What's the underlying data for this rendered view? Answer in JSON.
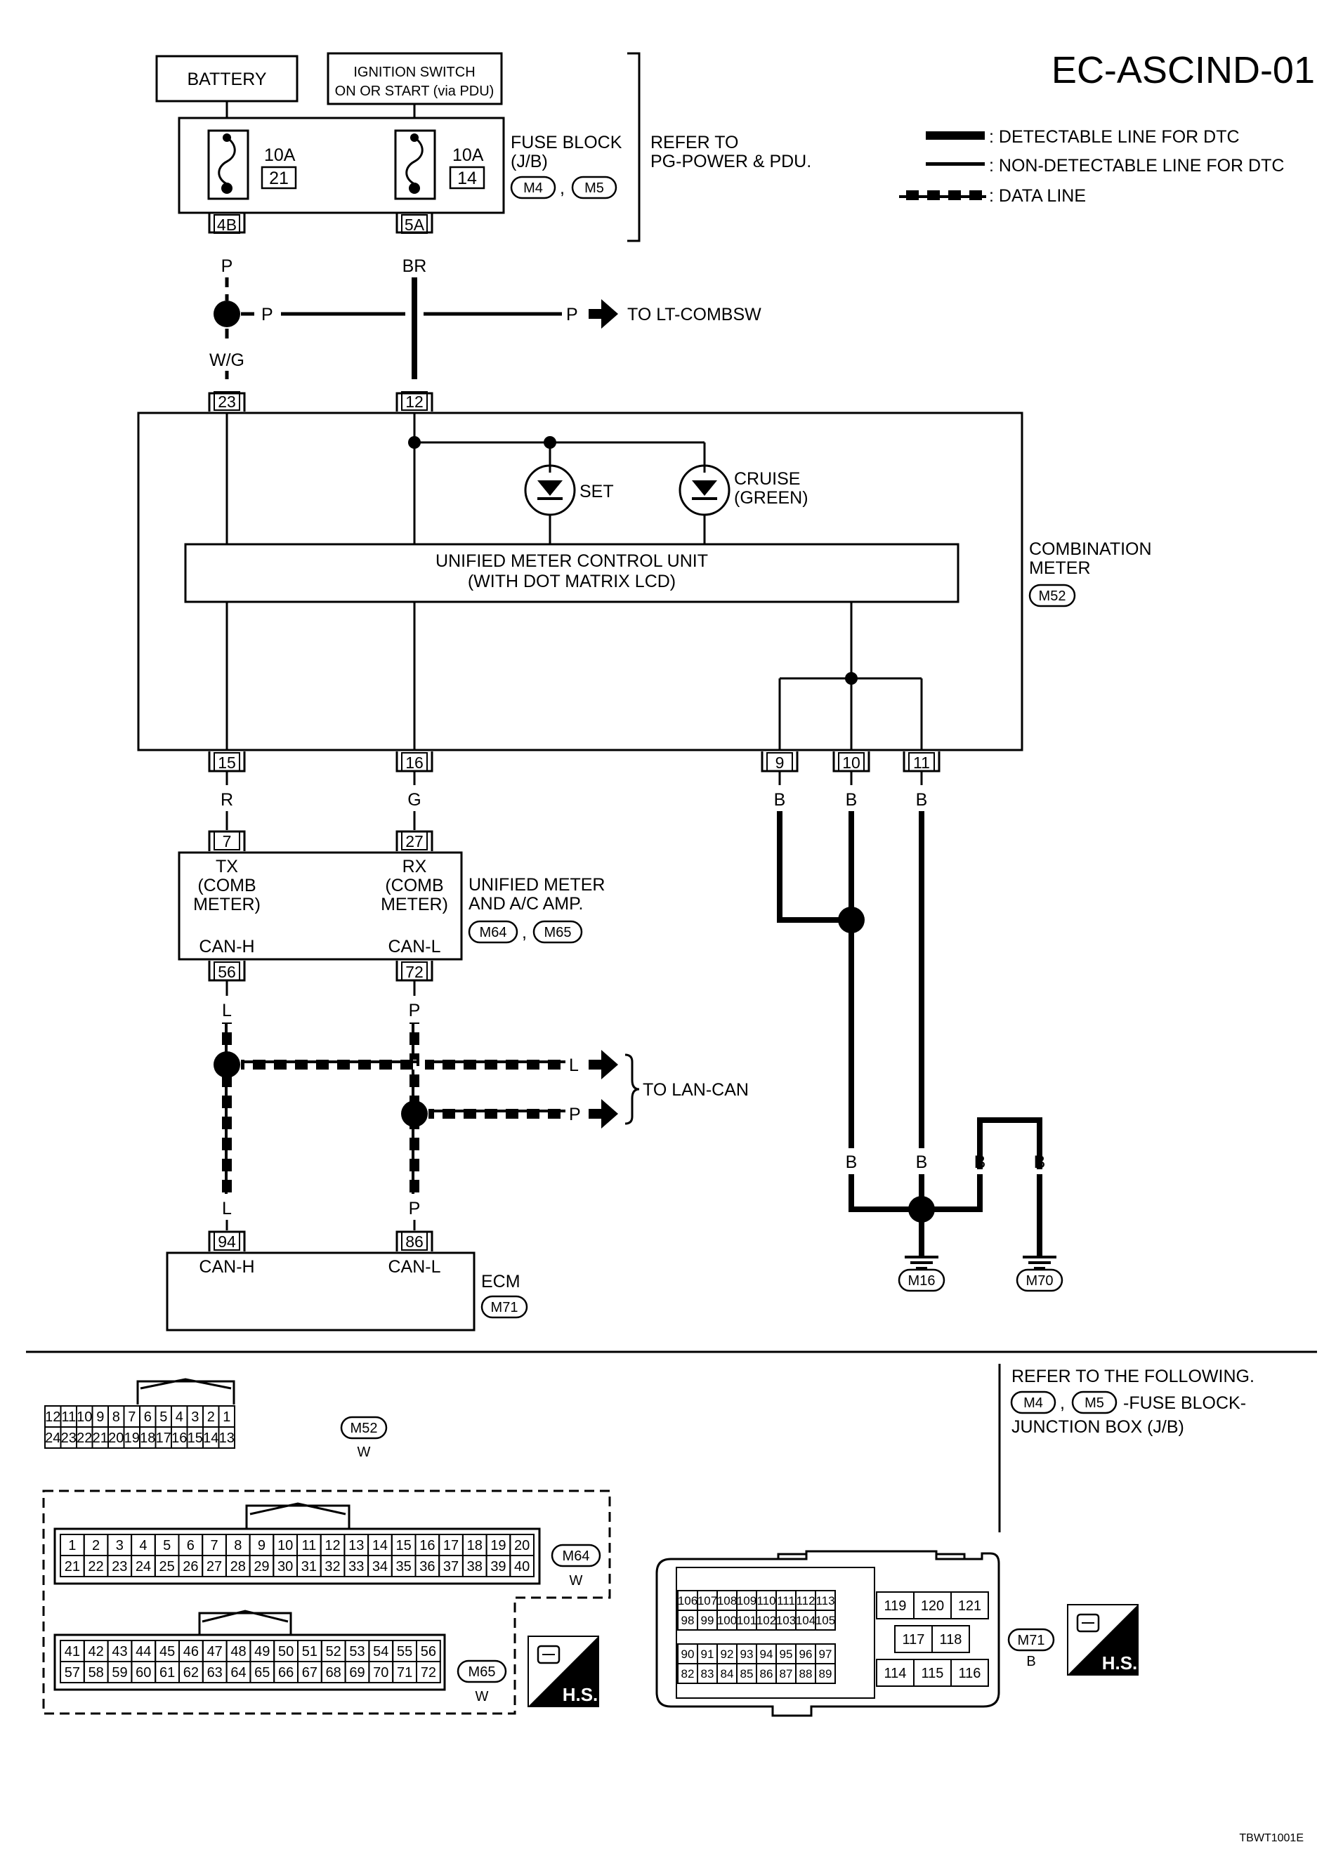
{
  "title": "EC-ASCIND-01",
  "legend": {
    "detectable": ": DETECTABLE LINE FOR DTC",
    "non_detectable": ": NON-DETECTABLE LINE FOR DTC",
    "data_line": ": DATA LINE"
  },
  "battery": "BATTERY",
  "ignition": {
    "line1": "IGNITION SWITCH",
    "line2": "ON OR START (via PDU)"
  },
  "fuse_block": {
    "label1": "FUSE BLOCK",
    "label2": "(J/B)",
    "conn_a": "M4",
    "conn_b": "M5",
    "sep": ",",
    "fuse_left": {
      "amp": "10A",
      "num": "21",
      "term": "4B"
    },
    "fuse_right": {
      "amp": "10A",
      "num": "14",
      "term": "5A"
    }
  },
  "refer_power": {
    "line1": "REFER TO",
    "line2": "PG-POWER & PDU."
  },
  "wires": {
    "p_top": "P",
    "br_top": "BR",
    "p_splice": "P",
    "p_out": "P",
    "to_lt_combsw": "TO LT-COMBSW",
    "wg": "W/G",
    "r": "R",
    "g": "G",
    "b9": "B",
    "b10": "B",
    "b11": "B",
    "l_top": "L",
    "p_can_top": "P",
    "l_out": "L",
    "p_can_out": "P",
    "to_lan_can": "TO LAN-CAN",
    "l_bot": "L",
    "p_bot": "P",
    "b_g1": "B",
    "b_g2": "B",
    "b_g3": "B",
    "b_g4": "B"
  },
  "combination_meter": {
    "pin_23": "23",
    "pin_12": "12",
    "pin_15": "15",
    "pin_16": "16",
    "pin_9": "9",
    "pin_10": "10",
    "pin_11": "11",
    "set": "SET",
    "cruise1": "CRUISE",
    "cruise2": "(GREEN)",
    "umcu1": "UNIFIED METER CONTROL UNIT",
    "umcu2": "(WITH DOT MATRIX LCD)",
    "label1": "COMBINATION",
    "label2": "METER",
    "conn": "M52"
  },
  "amp": {
    "pin_7": "7",
    "pin_27": "27",
    "pin_56": "56",
    "pin_72": "72",
    "tx1": "TX",
    "tx2": "(COMB",
    "tx3": "METER)",
    "rx1": "RX",
    "rx2": "(COMB",
    "rx3": "METER)",
    "canh": "CAN-H",
    "canl": "CAN-L",
    "label1": "UNIFIED METER",
    "label2": "AND A/C AMP.",
    "conn_a": "M64",
    "conn_b": "M65",
    "sep": ","
  },
  "ecm": {
    "pin_94": "94",
    "pin_86": "86",
    "canh": "CAN-H",
    "canl": "CAN-L",
    "label": "ECM",
    "conn": "M71"
  },
  "grounds": {
    "g1": "M16",
    "g2": "M70"
  },
  "refer_following": {
    "line1": "REFER TO THE FOLLOWING.",
    "conn_a": "M4",
    "conn_b": "M5",
    "sep": ",",
    "line2_tail": "-FUSE BLOCK-",
    "line3": "JUNCTION BOX (J/B)"
  },
  "connectors": {
    "m52": {
      "name": "M52",
      "color": "W",
      "row1": [
        "12",
        "11",
        "10",
        "9",
        "8",
        "7",
        "6",
        "5",
        "4",
        "3",
        "2",
        "1"
      ],
      "row2": [
        "24",
        "23",
        "22",
        "21",
        "20",
        "19",
        "18",
        "17",
        "16",
        "15",
        "14",
        "13"
      ]
    },
    "m64": {
      "name": "M64",
      "color": "W",
      "row1": [
        "1",
        "2",
        "3",
        "4",
        "5",
        "6",
        "7",
        "8",
        "9",
        "10",
        "11",
        "12",
        "13",
        "14",
        "15",
        "16",
        "17",
        "18",
        "19",
        "20"
      ],
      "row2": [
        "21",
        "22",
        "23",
        "24",
        "25",
        "26",
        "27",
        "28",
        "29",
        "30",
        "31",
        "32",
        "33",
        "34",
        "35",
        "36",
        "37",
        "38",
        "39",
        "40"
      ]
    },
    "m65": {
      "name": "M65",
      "color": "W",
      "row1": [
        "41",
        "42",
        "43",
        "44",
        "45",
        "46",
        "47",
        "48",
        "49",
        "50",
        "51",
        "52",
        "53",
        "54",
        "55",
        "56"
      ],
      "row2": [
        "57",
        "58",
        "59",
        "60",
        "61",
        "62",
        "63",
        "64",
        "65",
        "66",
        "67",
        "68",
        "69",
        "70",
        "71",
        "72"
      ]
    },
    "m71": {
      "name": "M71",
      "color": "B",
      "r1": [
        "106",
        "107",
        "108",
        "109",
        "110",
        "111",
        "112",
        "113"
      ],
      "r2": [
        "98",
        "99",
        "100",
        "101",
        "102",
        "103",
        "104",
        "105"
      ],
      "r3": [
        "90",
        "91",
        "92",
        "93",
        "94",
        "95",
        "96",
        "97"
      ],
      "r4": [
        "82",
        "83",
        "84",
        "85",
        "86",
        "87",
        "88",
        "89"
      ],
      "c1": [
        "119",
        "120",
        "121"
      ],
      "c2": [
        "117",
        "118"
      ],
      "c3": [
        "114",
        "115",
        "116"
      ]
    },
    "hs": "H.S."
  },
  "footer_code": "TBWT1001E"
}
